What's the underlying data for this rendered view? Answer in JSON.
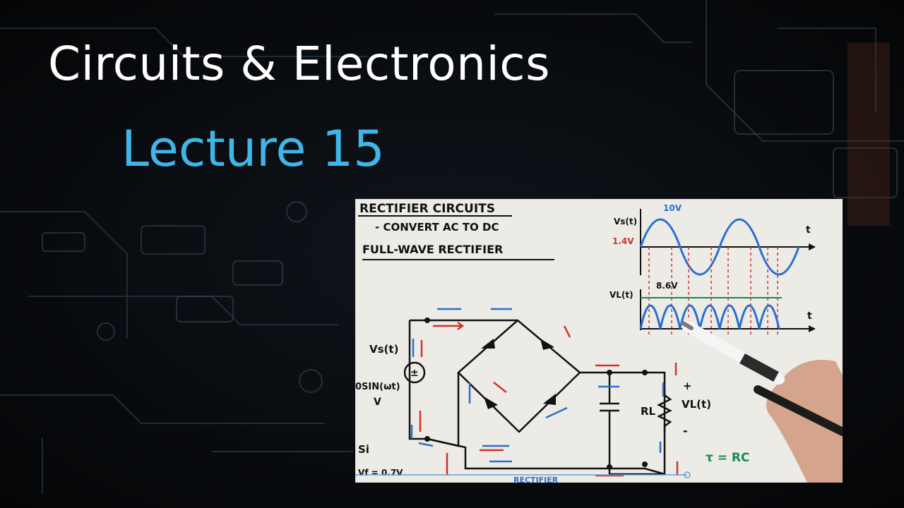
{
  "banner": {
    "title": "Circuits & Electronics",
    "subtitle": "Lecture 15"
  },
  "board": {
    "heading": "RECTIFIER CIRCUITS",
    "subheading": "- CONVERT AC TO DC",
    "topic": "FULL-WAVE RECTIFIER",
    "source_label": "Vs(t)",
    "source_expr": "0SIN(ωt)",
    "source_unit": "V",
    "load_label": "RL",
    "load_voltage": "VL(t)",
    "plus_sign": "+",
    "minus_sign": "-",
    "diode_material": "Si",
    "diode_drop": "Vf = 0.7V",
    "time_constant": "τ = RC",
    "graph_vs_label": "Vs(t)",
    "graph_vs_peak": "10V",
    "graph_vs_threshold": "1.4V",
    "graph_vl_label": "VL(t)",
    "graph_vl_peak": "8.6V",
    "graph_time_axis": "t",
    "bottom_caption": "RECTIFIER",
    "colors": {
      "red_ink": "#d2322d",
      "blue_ink": "#2a6fd0",
      "black_ink": "#111111",
      "green_ink": "#1a8a4a"
    }
  }
}
